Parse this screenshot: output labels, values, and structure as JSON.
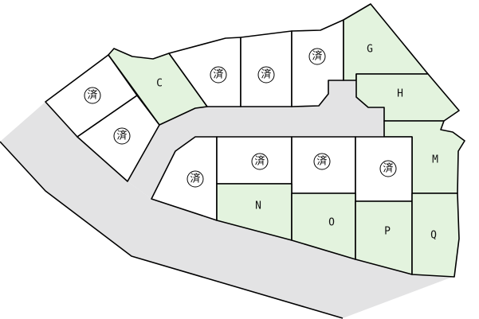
{
  "map": {
    "type": "subdivision-lot-plan",
    "legend_colors": {
      "road": "#e3e3e4",
      "available_lot": "#e3f3de",
      "sold_lot": "#ffffff",
      "border": "#000000"
    },
    "sold_mark": "済",
    "lots": [
      {
        "id": "lot-1",
        "label": "済",
        "status": "sold"
      },
      {
        "id": "lot-2",
        "label": "済",
        "status": "sold"
      },
      {
        "id": "lot-C",
        "label": "C",
        "status": "available"
      },
      {
        "id": "lot-4",
        "label": "済",
        "status": "sold"
      },
      {
        "id": "lot-5",
        "label": "済",
        "status": "sold"
      },
      {
        "id": "lot-6",
        "label": "済",
        "status": "sold"
      },
      {
        "id": "lot-G",
        "label": "G",
        "status": "available"
      },
      {
        "id": "lot-H",
        "label": "H",
        "status": "available"
      },
      {
        "id": "lot-9",
        "label": "済",
        "status": "sold"
      },
      {
        "id": "lot-10",
        "label": "済",
        "status": "sold"
      },
      {
        "id": "lot-11",
        "label": "済",
        "status": "sold"
      },
      {
        "id": "lot-12",
        "label": "済",
        "status": "sold"
      },
      {
        "id": "lot-M",
        "label": "M",
        "status": "available"
      },
      {
        "id": "lot-N",
        "label": "N",
        "status": "available"
      },
      {
        "id": "lot-O",
        "label": "O",
        "status": "available"
      },
      {
        "id": "lot-P",
        "label": "P",
        "status": "available"
      },
      {
        "id": "lot-Q",
        "label": "Q",
        "status": "available"
      }
    ]
  }
}
